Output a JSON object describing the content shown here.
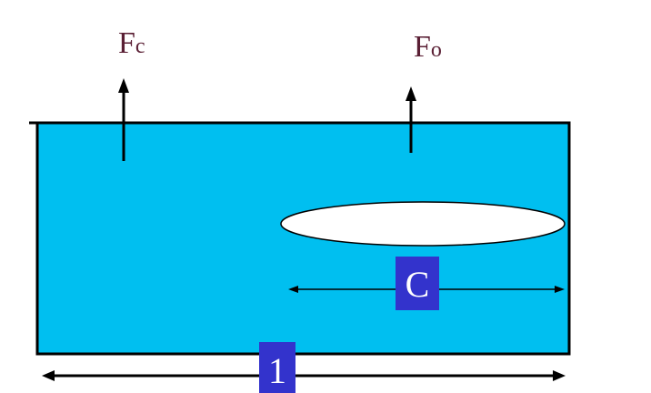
{
  "labels": {
    "force_left": {
      "main": "F",
      "sub": "c"
    },
    "force_right": {
      "main": "F",
      "sub": "o"
    },
    "crack_length": "C",
    "total_length": "1"
  },
  "colors": {
    "beam_fill": "#00bff0",
    "outline": "#000000",
    "crack_fill": "#ffffff",
    "label_box": "#3333cc",
    "label_text": "#ffffff",
    "force_text": "#5a1f34"
  }
}
